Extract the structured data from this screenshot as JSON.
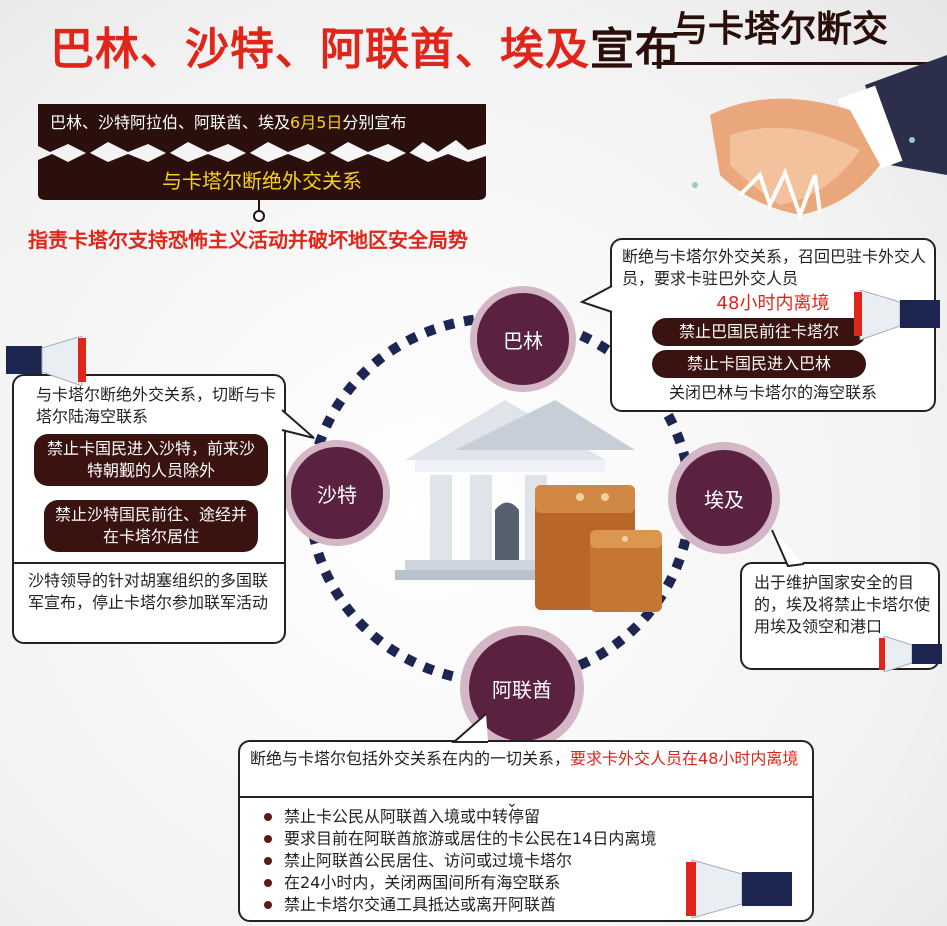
{
  "colors": {
    "accent_red": "#e0251b",
    "dark_brown": "#3a1210",
    "circle_purple": "#5a2140",
    "circle_ring": "#d3b7c6"
  },
  "title": {
    "main_red": "巴林、沙特、阿联酋、埃及",
    "main_dark": "宣布",
    "tag": "与卡塔尔断交"
  },
  "banner": {
    "line1_pre": "巴林、沙特阿拉伯、阿联酋、埃及",
    "line1_date": "6月5日",
    "line1_post": "分别宣布",
    "line2": "与卡塔尔断绝外交关系",
    "accuse": "指责卡塔尔支持恐怖主义活动并破坏地区安全局势"
  },
  "countries": {
    "bahrain": "巴林",
    "saudi": "沙特",
    "egypt": "埃及",
    "uae": "阿联酋"
  },
  "bahrain_box": {
    "text": "断绝与卡塔尔外交关系，召回巴驻卡外交人员，要求卡驻巴外交人员",
    "highlight": "48小时内离境",
    "pill1": "禁止巴国民前往卡塔尔",
    "pill2": "禁止卡国民进入巴林",
    "footer": "关闭巴林与卡塔尔的海空联系"
  },
  "saudi_box": {
    "text": "与卡塔尔断绝外交关系，切断与卡塔尔陆海空联系",
    "pill1": "禁止卡国民进入沙特，前来沙特朝觐的人员除外",
    "pill2": "禁止沙特国民前往、途经并在卡塔尔居住",
    "footer": "沙特领导的针对胡塞组织的多国联军宣布，停止卡塔尔参加联军活动"
  },
  "egypt_box": {
    "text": "出于维护国家安全的目的，埃及将禁止卡塔尔使用埃及领空和港口"
  },
  "uae_box": {
    "text": "断绝与卡塔尔包括外交关系在内的一切关系，",
    "highlight": "要求卡外交人员在48小时内离境",
    "bullets": [
      "禁止卡公民从阿联酋入境或中转停留",
      "要求目前在阿联酋旅游或居住的卡公民在14日内离境",
      "禁止阿联酋公民居住、访问或过境卡塔尔",
      "在24小时内，关闭两国间所有海空联系",
      "禁止卡塔尔交通工具抵达或离开阿联酋"
    ]
  },
  "icons": [
    "handshake-icon",
    "megaphone-icon",
    "government-building-icon",
    "folder-icon"
  ]
}
